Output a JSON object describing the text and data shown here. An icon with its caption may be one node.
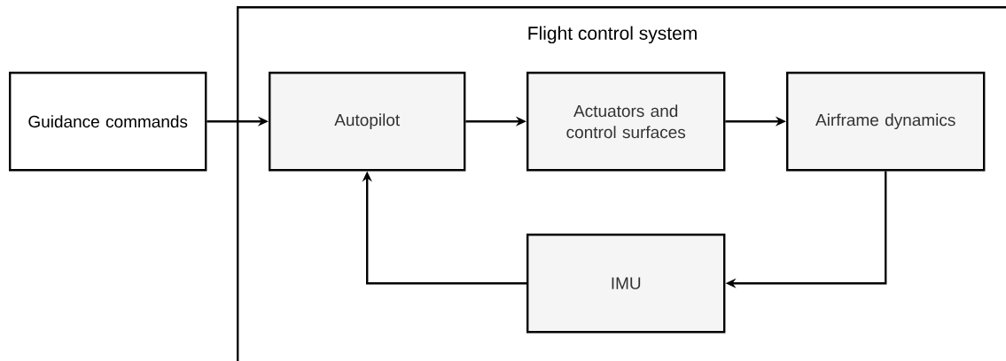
{
  "diagram": {
    "nodes": [
      {
        "text": [
          "Guidance commands"
        ]
      },
      {
        "text": [
          "Flight control system"
        ]
      },
      {
        "text": [
          "Autopilot"
        ],
        "in": 1
      },
      {
        "text": [
          "Actuators and control surfaces"
        ],
        "in": 1
      },
      {
        "text": [
          "Airframe dynamics"
        ],
        "in": 1
      },
      {
        "text": [
          "IMU"
        ],
        "in": 1
      }
    ],
    "edges": [
      {
        "from": 0,
        "to": 2,
        "arrow": "to"
      },
      {
        "from": 2,
        "to": 3,
        "arrow": "to"
      },
      {
        "from": 3,
        "to": 4,
        "arrow": "to"
      },
      {
        "from": 4,
        "to": 5,
        "arrow": "to"
      },
      {
        "from": 5,
        "to": 2,
        "arrow": "to"
      }
    ]
  }
}
